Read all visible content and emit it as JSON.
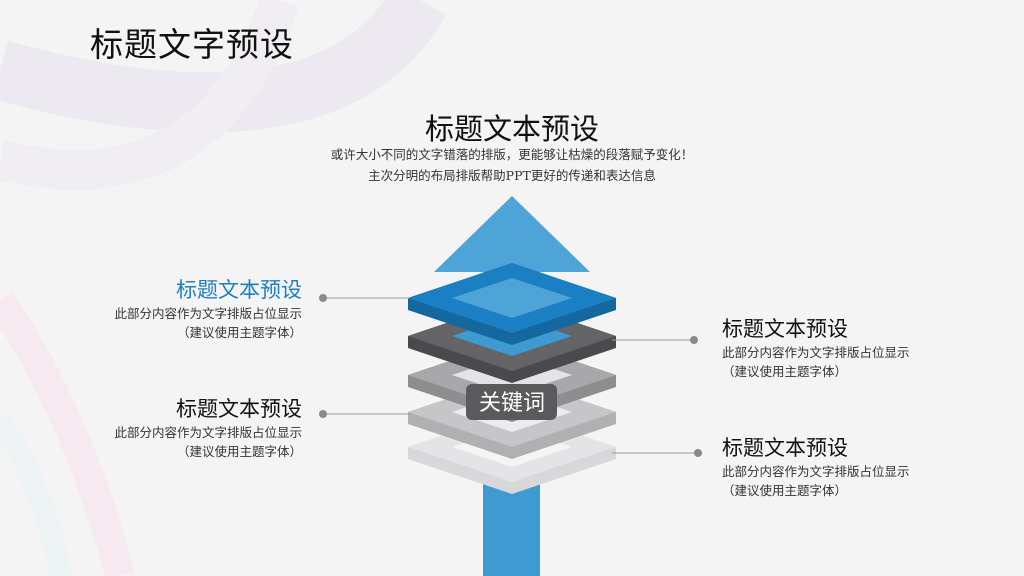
{
  "slide": {
    "title": "标题文字预设"
  },
  "center": {
    "title": "标题文本预设",
    "desc_line1": "或许大小不同的文字错落的排版，更能够让枯燥的段落赋予变化！",
    "desc_line2": "主次分明的布局排版帮助PPT更好的传递和表达信息"
  },
  "keyword": "关键词",
  "blocks": [
    {
      "title": "标题文本预设",
      "line1": "此部分内容作为文字排版占位显示",
      "line2": "（建议使用主题字体）"
    },
    {
      "title": "标题文本预设",
      "line1": "此部分内容作为文字排版占位显示",
      "line2": "（建议使用主题字体）"
    },
    {
      "title": "标题文本预设",
      "line1": "此部分内容作为文字排版占位显示",
      "line2": "（建议使用主题字体）"
    },
    {
      "title": "标题文本预设",
      "line1": "此部分内容作为文字排版占位显示",
      "line2": "（建议使用主题字体）"
    }
  ],
  "colors": {
    "arrow": "#4ea4d6",
    "arrow_shaft": "#3f9ad2",
    "layer_top": "#1b7fc4",
    "layer_dark": "#5e5e60",
    "layer_mid": "#9a9a9c",
    "layer_light": "#b9b9bb",
    "layer_lightest": "#d8d8da",
    "accent_text": "#1b7fc4"
  }
}
